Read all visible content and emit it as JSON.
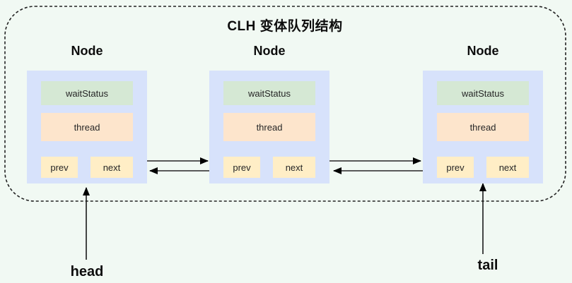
{
  "diagram": {
    "title": "CLH 变体队列结构",
    "nodes": [
      {
        "title": "Node",
        "wait_status": "waitStatus",
        "thread": "thread",
        "prev": "prev",
        "next": "next"
      },
      {
        "title": "Node",
        "wait_status": "waitStatus",
        "thread": "thread",
        "prev": "prev",
        "next": "next"
      },
      {
        "title": "Node",
        "wait_status": "waitStatus",
        "thread": "thread",
        "prev": "prev",
        "next": "next"
      }
    ],
    "pointers": {
      "head": "head",
      "tail": "tail"
    },
    "colors": {
      "canvas_bg": "#f1f9f3",
      "node_fill": "#d7e2fb",
      "wait_status_fill": "#d5e8d4",
      "thread_fill": "#fde5cc",
      "pointer_field_fill": "#ffeec6",
      "boundary_stroke": "#222222",
      "arrow_line": "#595959",
      "pointer_arrow_line": "#1a1a1a",
      "arrowhead": "#000000"
    }
  }
}
